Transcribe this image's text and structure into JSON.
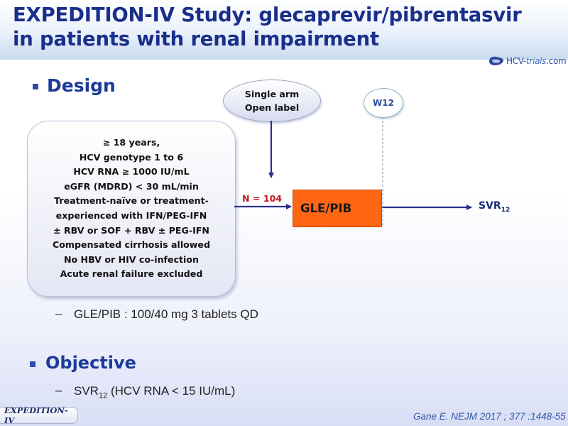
{
  "title": {
    "line1": "EXPEDITION-IV Study: glecaprevir/pibrentasvir",
    "line2": "in patients with renal impairment"
  },
  "logo": {
    "brand": "HCV-",
    "emphasis": "trials",
    "suffix": ".com"
  },
  "sections": {
    "design": "Design",
    "objective": "Objective"
  },
  "criteria": [
    "≥ 18 years,",
    "HCV genotype 1 to 6",
    "HCV RNA ≥ 1000 IU/mL",
    "eGFR (MDRD) < 30 mL/min",
    "Treatment-naïve or treatment-",
    "experienced with IFN/PEG-IFN",
    "± RBV or SOF + RBV ± PEG-IFN",
    "Compensated cirrhosis allowed",
    "No HBV or HIV co-infection",
    "Acute renal failure excluded"
  ],
  "design_label": {
    "line1": "Single arm",
    "line2": "Open label"
  },
  "week_label": "W12",
  "n_label": "N = 104",
  "treatment": "GLE/PIB",
  "outcome": {
    "main": "SVR",
    "sub": "12"
  },
  "dosing": "GLE/PIB : 100/40 mg 3 tablets QD",
  "objective": {
    "main": "SVR",
    "sub": "12",
    "rest": " (HCV RNA < 15 IU/mL)"
  },
  "footer_tag": "EXPEDITION-IV",
  "citation": "Gane E. NEJM 2017 ; 377 :1448-55",
  "colors": {
    "title": "#1a2f8a",
    "treatment_box": "#ff6613",
    "n_label": "#c0171f",
    "arrow": "#2a2f8a"
  }
}
